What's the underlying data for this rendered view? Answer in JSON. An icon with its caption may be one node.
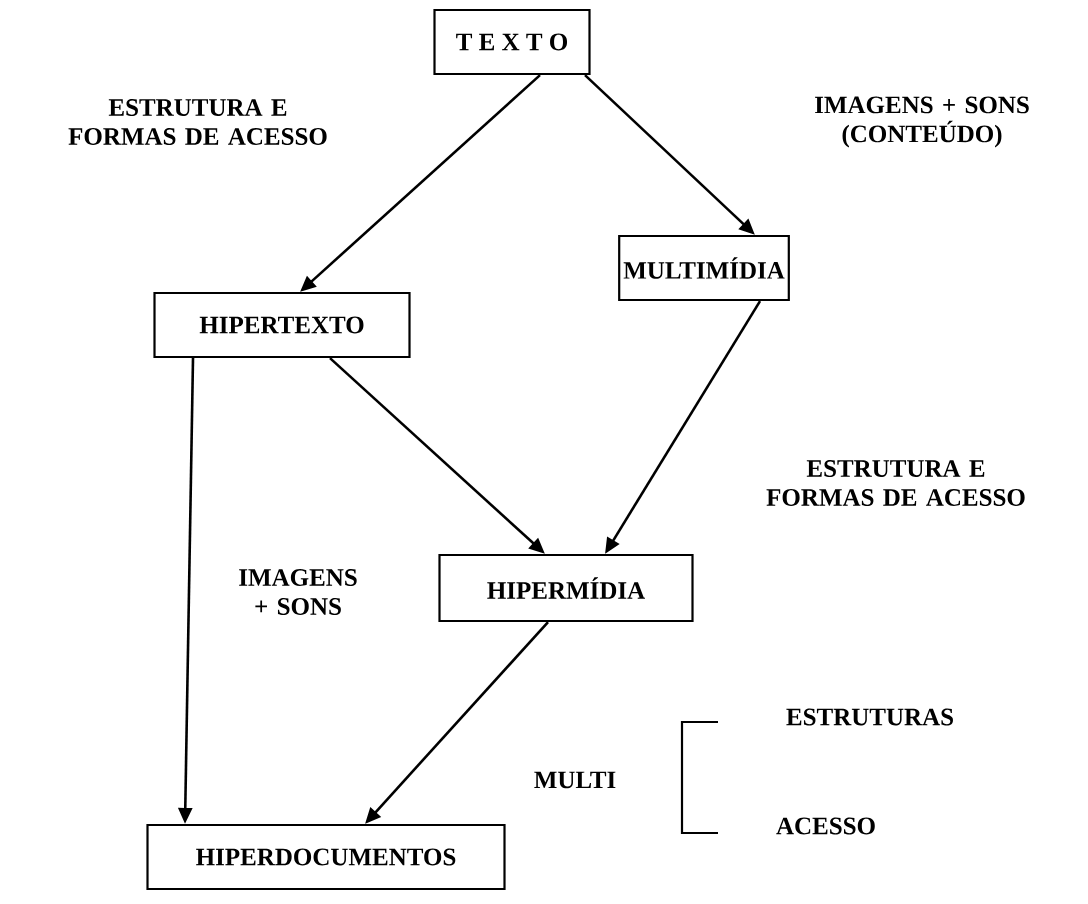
{
  "diagram": {
    "nodes": [
      {
        "text": [
          "T E X T O"
        ]
      },
      {
        "text": [
          "MULTIMÍDIA"
        ]
      },
      {
        "text": [
          "HIPERTEXTO"
        ]
      },
      {
        "text": [
          "HIPERMÍDIA"
        ]
      },
      {
        "text": [
          "HIPERDOCUMENTOS"
        ]
      }
    ],
    "edges": [
      {
        "from": 0,
        "to": 2,
        "arrow": "to"
      },
      {
        "from": 0,
        "to": 1,
        "arrow": "to"
      },
      {
        "from": 1,
        "to": 3,
        "arrow": "to"
      },
      {
        "from": 2,
        "to": 3,
        "arrow": "to"
      },
      {
        "from": 2,
        "to": 4,
        "arrow": "to"
      },
      {
        "from": 3,
        "to": 4,
        "arrow": "to"
      }
    ],
    "labels": [
      "ESTRUTURA E FORMAS DE ACESSO",
      "IMAGENS + SONS (CONTEÚDO)",
      "ESTRUTURA E FORMAS DE ACESSO",
      "IMAGENS + SONS",
      "MULTI",
      "ESTRUTURAS",
      "ACESSO"
    ]
  }
}
